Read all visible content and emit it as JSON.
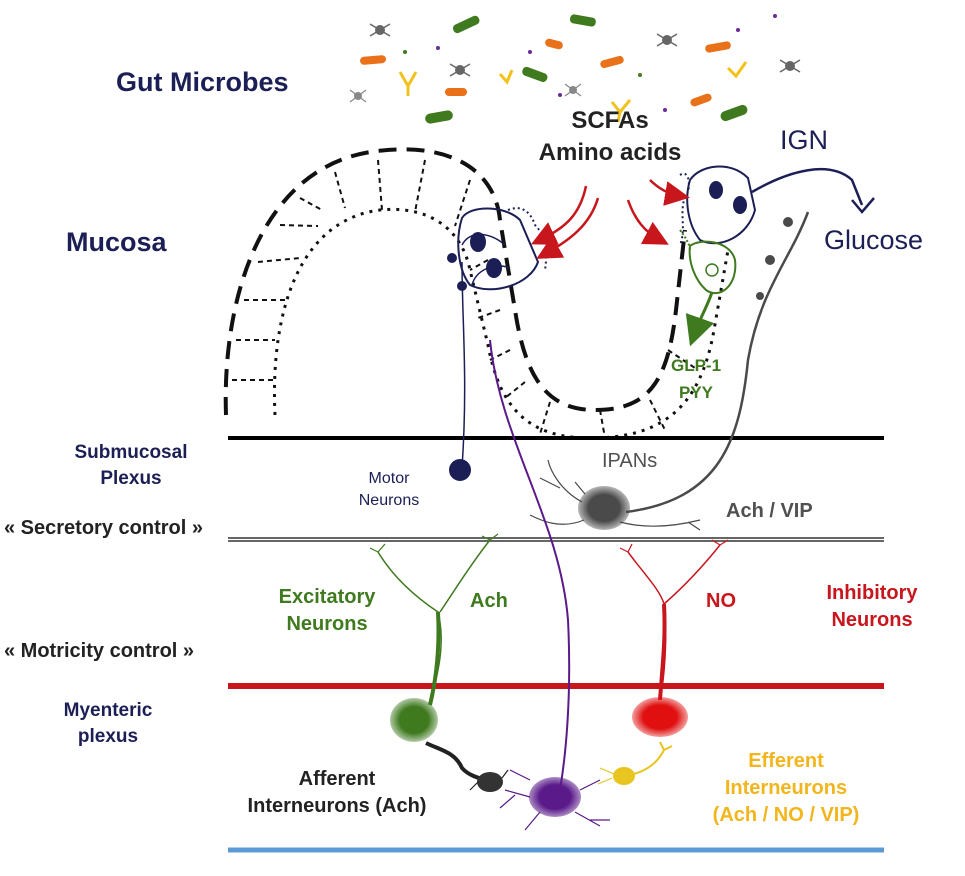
{
  "labels": {
    "gut_microbes": "Gut Microbes",
    "scfas": "SCFAs",
    "amino_acids": "Amino acids",
    "ign": "IGN",
    "glucose": "Glucose",
    "mucosa": "Mucosa",
    "glp1": "GLP-1",
    "pyy": "PYY",
    "submucosal_1": "Submucosal",
    "submucosal_2": "Plexus",
    "secretory_control": "« Secretory control »",
    "motor_neurons_1": "Motor",
    "motor_neurons_2": "Neurons",
    "ipans": "IPANs",
    "ach_vip": "Ach / VIP",
    "excitatory_1": "Excitatory",
    "excitatory_2": "Neurons",
    "ach": "Ach",
    "no": "NO",
    "inhibitory_1": "Inhibitory",
    "inhibitory_2": "Neurons",
    "motricity_control": "« Motricity control »",
    "myenteric_1": "Myenteric",
    "myenteric_2": "plexus",
    "afferent_1": "Afferent",
    "afferent_2": "Interneurons (Ach)",
    "efferent_1": "Efferent",
    "efferent_2": "Interneurons",
    "efferent_3": "(Ach / NO / VIP)"
  },
  "colors": {
    "navy": "#1c1f55",
    "green": "#3f7a1f",
    "red": "#c8161d",
    "gold": "#f2b51b",
    "purple": "#5a1a8a",
    "grey_neuron": "#4a4a4a",
    "blue_line": "#5b9bd5"
  }
}
